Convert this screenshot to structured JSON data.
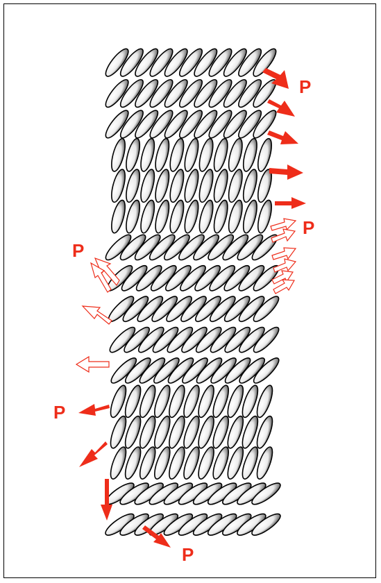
{
  "labels": {
    "p_top_right": "P",
    "p_mid_right": "P",
    "p_mid_left": "P",
    "p_lower_left": "P",
    "p_bottom": "P"
  },
  "colors": {
    "arrow": "#ee2d1a",
    "label": "#ee2d1a",
    "frame": "#000000",
    "particle_fill": "#ffffff",
    "particle_stroke": "#000000"
  }
}
